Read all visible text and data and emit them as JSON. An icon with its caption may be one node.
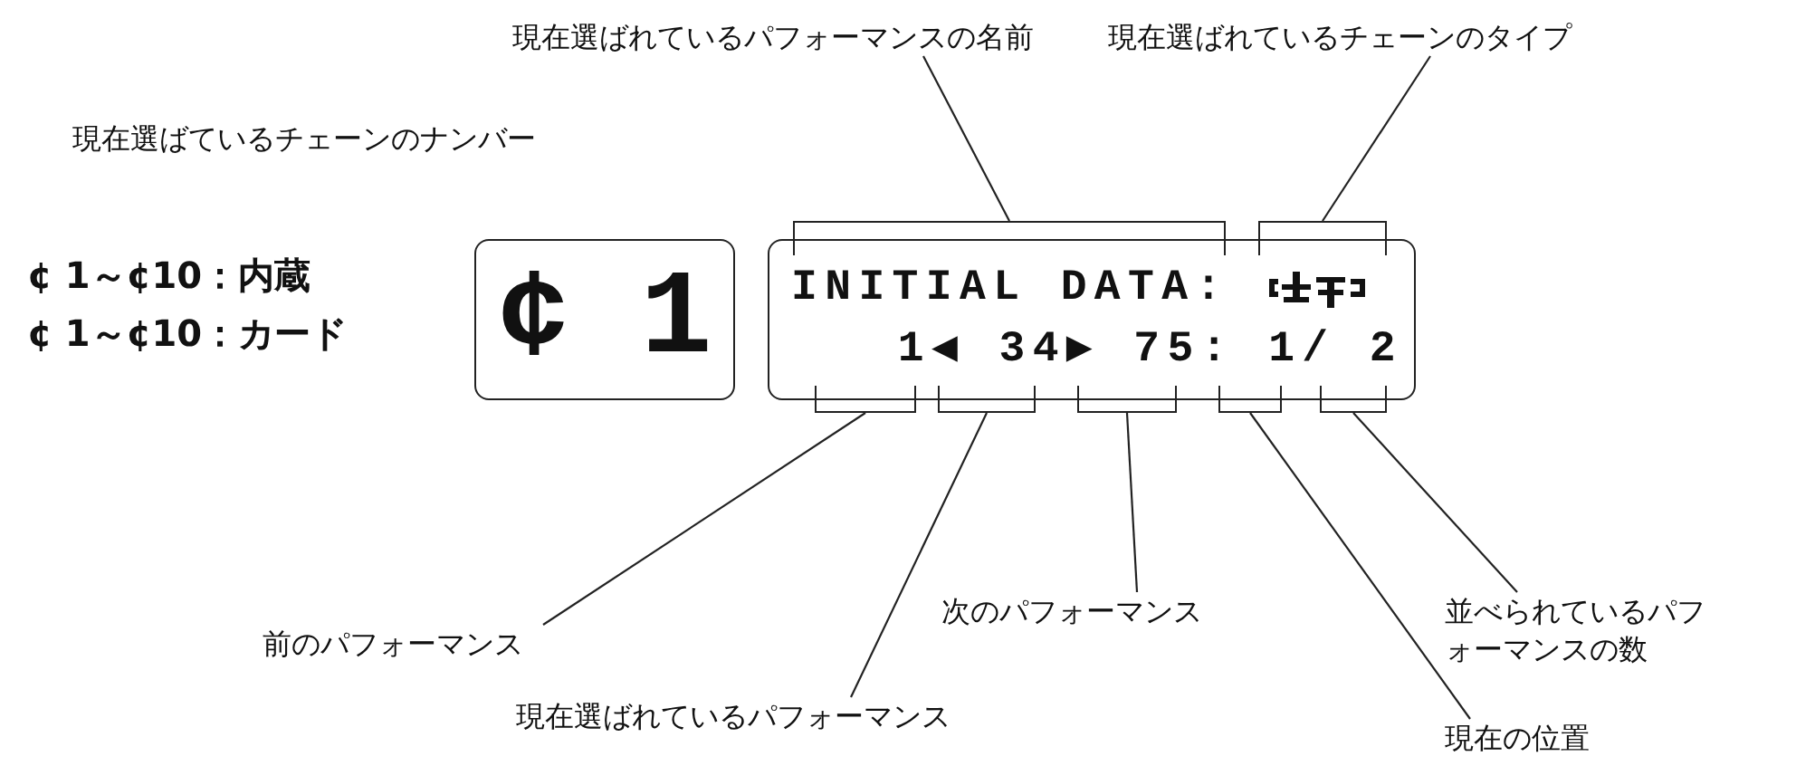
{
  "diagram": {
    "nodes": [
      {
        "text": [
          "現在選ばれているパフォーマンスの名前"
        ]
      },
      {
        "text": [
          "現在選ばれているチェーンのタイプ"
        ]
      },
      {
        "text": [
          "¢ 1"
        ]
      },
      {
        "text": [
          "INITIAL DATA:",
          "1◀ 34▶ 75: 1/ 2"
        ]
      },
      {
        "text": [],
        "shape": "bracket"
      },
      {
        "text": [],
        "shape": "bracket"
      },
      {
        "text": [],
        "shape": "bracket"
      },
      {
        "text": [],
        "shape": "bracket"
      },
      {
        "text": [],
        "shape": "bracket"
      },
      {
        "text": [],
        "shape": "bracket"
      },
      {
        "text": [],
        "shape": "bracket"
      },
      {
        "text": [
          "前のパフォーマンス"
        ]
      },
      {
        "text": [
          "現在選ばれているパフォーマンス"
        ]
      },
      {
        "text": [
          "次のパフォーマンス"
        ]
      },
      {
        "text": [
          "並べられているパフォーマンスの数"
        ]
      },
      {
        "text": [
          "現在の位置"
        ]
      }
    ],
    "edges": [
      {
        "from": 0,
        "to": 4,
        "arrow": "none"
      },
      {
        "from": 1,
        "to": 5,
        "arrow": "none"
      },
      {
        "from": 11,
        "to": 6,
        "arrow": "none"
      },
      {
        "from": 12,
        "to": 7,
        "arrow": "none"
      },
      {
        "from": 13,
        "to": 8,
        "arrow": "none"
      },
      {
        "from": 15,
        "to": 9,
        "arrow": "none"
      },
      {
        "from": 14,
        "to": 10,
        "arrow": "none"
      }
    ],
    "labels": [
      "現在選ばているチェーンのナンバー",
      "¢ 1～¢10：内蔵",
      "¢ 1～¢10：カード"
    ]
  }
}
